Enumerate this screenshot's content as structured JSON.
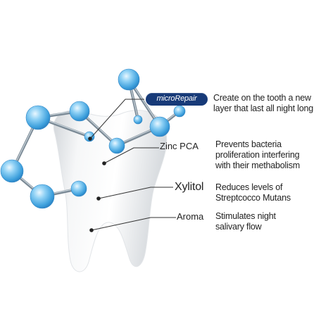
{
  "badge": {
    "label": "microRepair"
  },
  "ingredients": [
    {
      "name": "",
      "description_lines": [
        "Create on the tooth a new",
        "layer that last all night long"
      ]
    },
    {
      "name": "Zinc PCA",
      "description_lines": [
        "Prevents bacteria",
        "proliferation interfering",
        "with their methabolism"
      ]
    },
    {
      "name": "Xylitol",
      "description_lines": [
        "Reduces levels of",
        "Streptcocco Mutans"
      ]
    },
    {
      "name": "Aroma",
      "description_lines": [
        "Stimulates night",
        "salivary flow"
      ]
    }
  ],
  "molecule": {
    "atom_count": 11,
    "atom_color": "#47aee8",
    "bond_color": "#7b8a96"
  },
  "colors": {
    "badge": "#173a78",
    "text": "#222222",
    "leader": "#333333"
  }
}
